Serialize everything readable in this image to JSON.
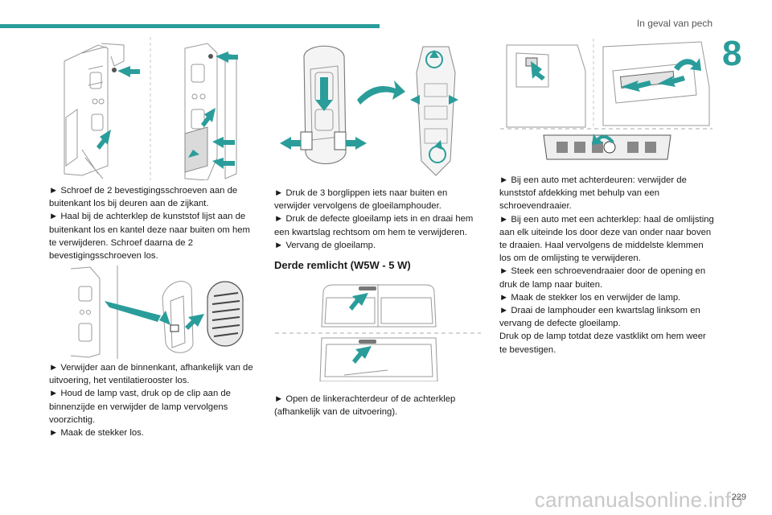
{
  "header": {
    "section_title": "In geval van pech",
    "chapter_number": "8"
  },
  "column1": {
    "steps_a": [
      "► Schroef de 2 bevestigingsschroeven aan de buitenkant los bij deuren aan de zijkant.",
      "► Haal bij de achterklep de kunststof lijst aan de buitenkant los en kantel deze naar buiten om hem te verwijderen. Schroef daarna de 2 bevestigingsschroeven los."
    ],
    "steps_b": [
      "► Verwijder aan de binnenkant, afhankelijk van de uitvoering, het ventilatierooster los.",
      "► Houd de lamp vast, druk op de clip aan de binnenzijde en verwijder de lamp vervolgens voorzichtig.",
      "► Maak de stekker los."
    ]
  },
  "column2": {
    "steps_a": [
      "► Druk de 3 borglippen iets naar buiten en verwijder vervolgens de gloeilamphouder.",
      "► Druk de defecte gloeilamp iets in en draai hem een kwartslag rechtsom om hem te verwijderen.",
      "► Vervang de gloeilamp."
    ],
    "heading": "Derde remlicht (W5W - 5 W)",
    "steps_b": [
      "► Open de linkerachterdeur of de achterklep (afhankelijk van de uitvoering)."
    ]
  },
  "column3": {
    "steps": [
      "► Bij een auto met achterdeuren: verwijder de kunststof afdekking met behulp van een schroevendraaier.",
      "► Bij een auto met een achterklep: haal de omlijsting aan elk uiteinde los door deze van onder naar boven te draaien. Haal vervolgens de middelste klemmen los om de omlijsting te verwijderen.",
      "► Steek een schroevendraaier door de opening en druk de lamp naar buiten.",
      "► Maak de stekker los en verwijder de lamp.",
      "► Draai de lamphouder een kwartslag linksom en vervang de defecte gloeilamp.",
      "Druk op de lamp totdat deze vastklikt om hem weer te bevestigen."
    ]
  },
  "footer": {
    "page_number": "229",
    "watermark": "carmanualsonline.info"
  },
  "colors": {
    "accent": "#2a9d9a",
    "arrow": "#2a9d9a"
  }
}
